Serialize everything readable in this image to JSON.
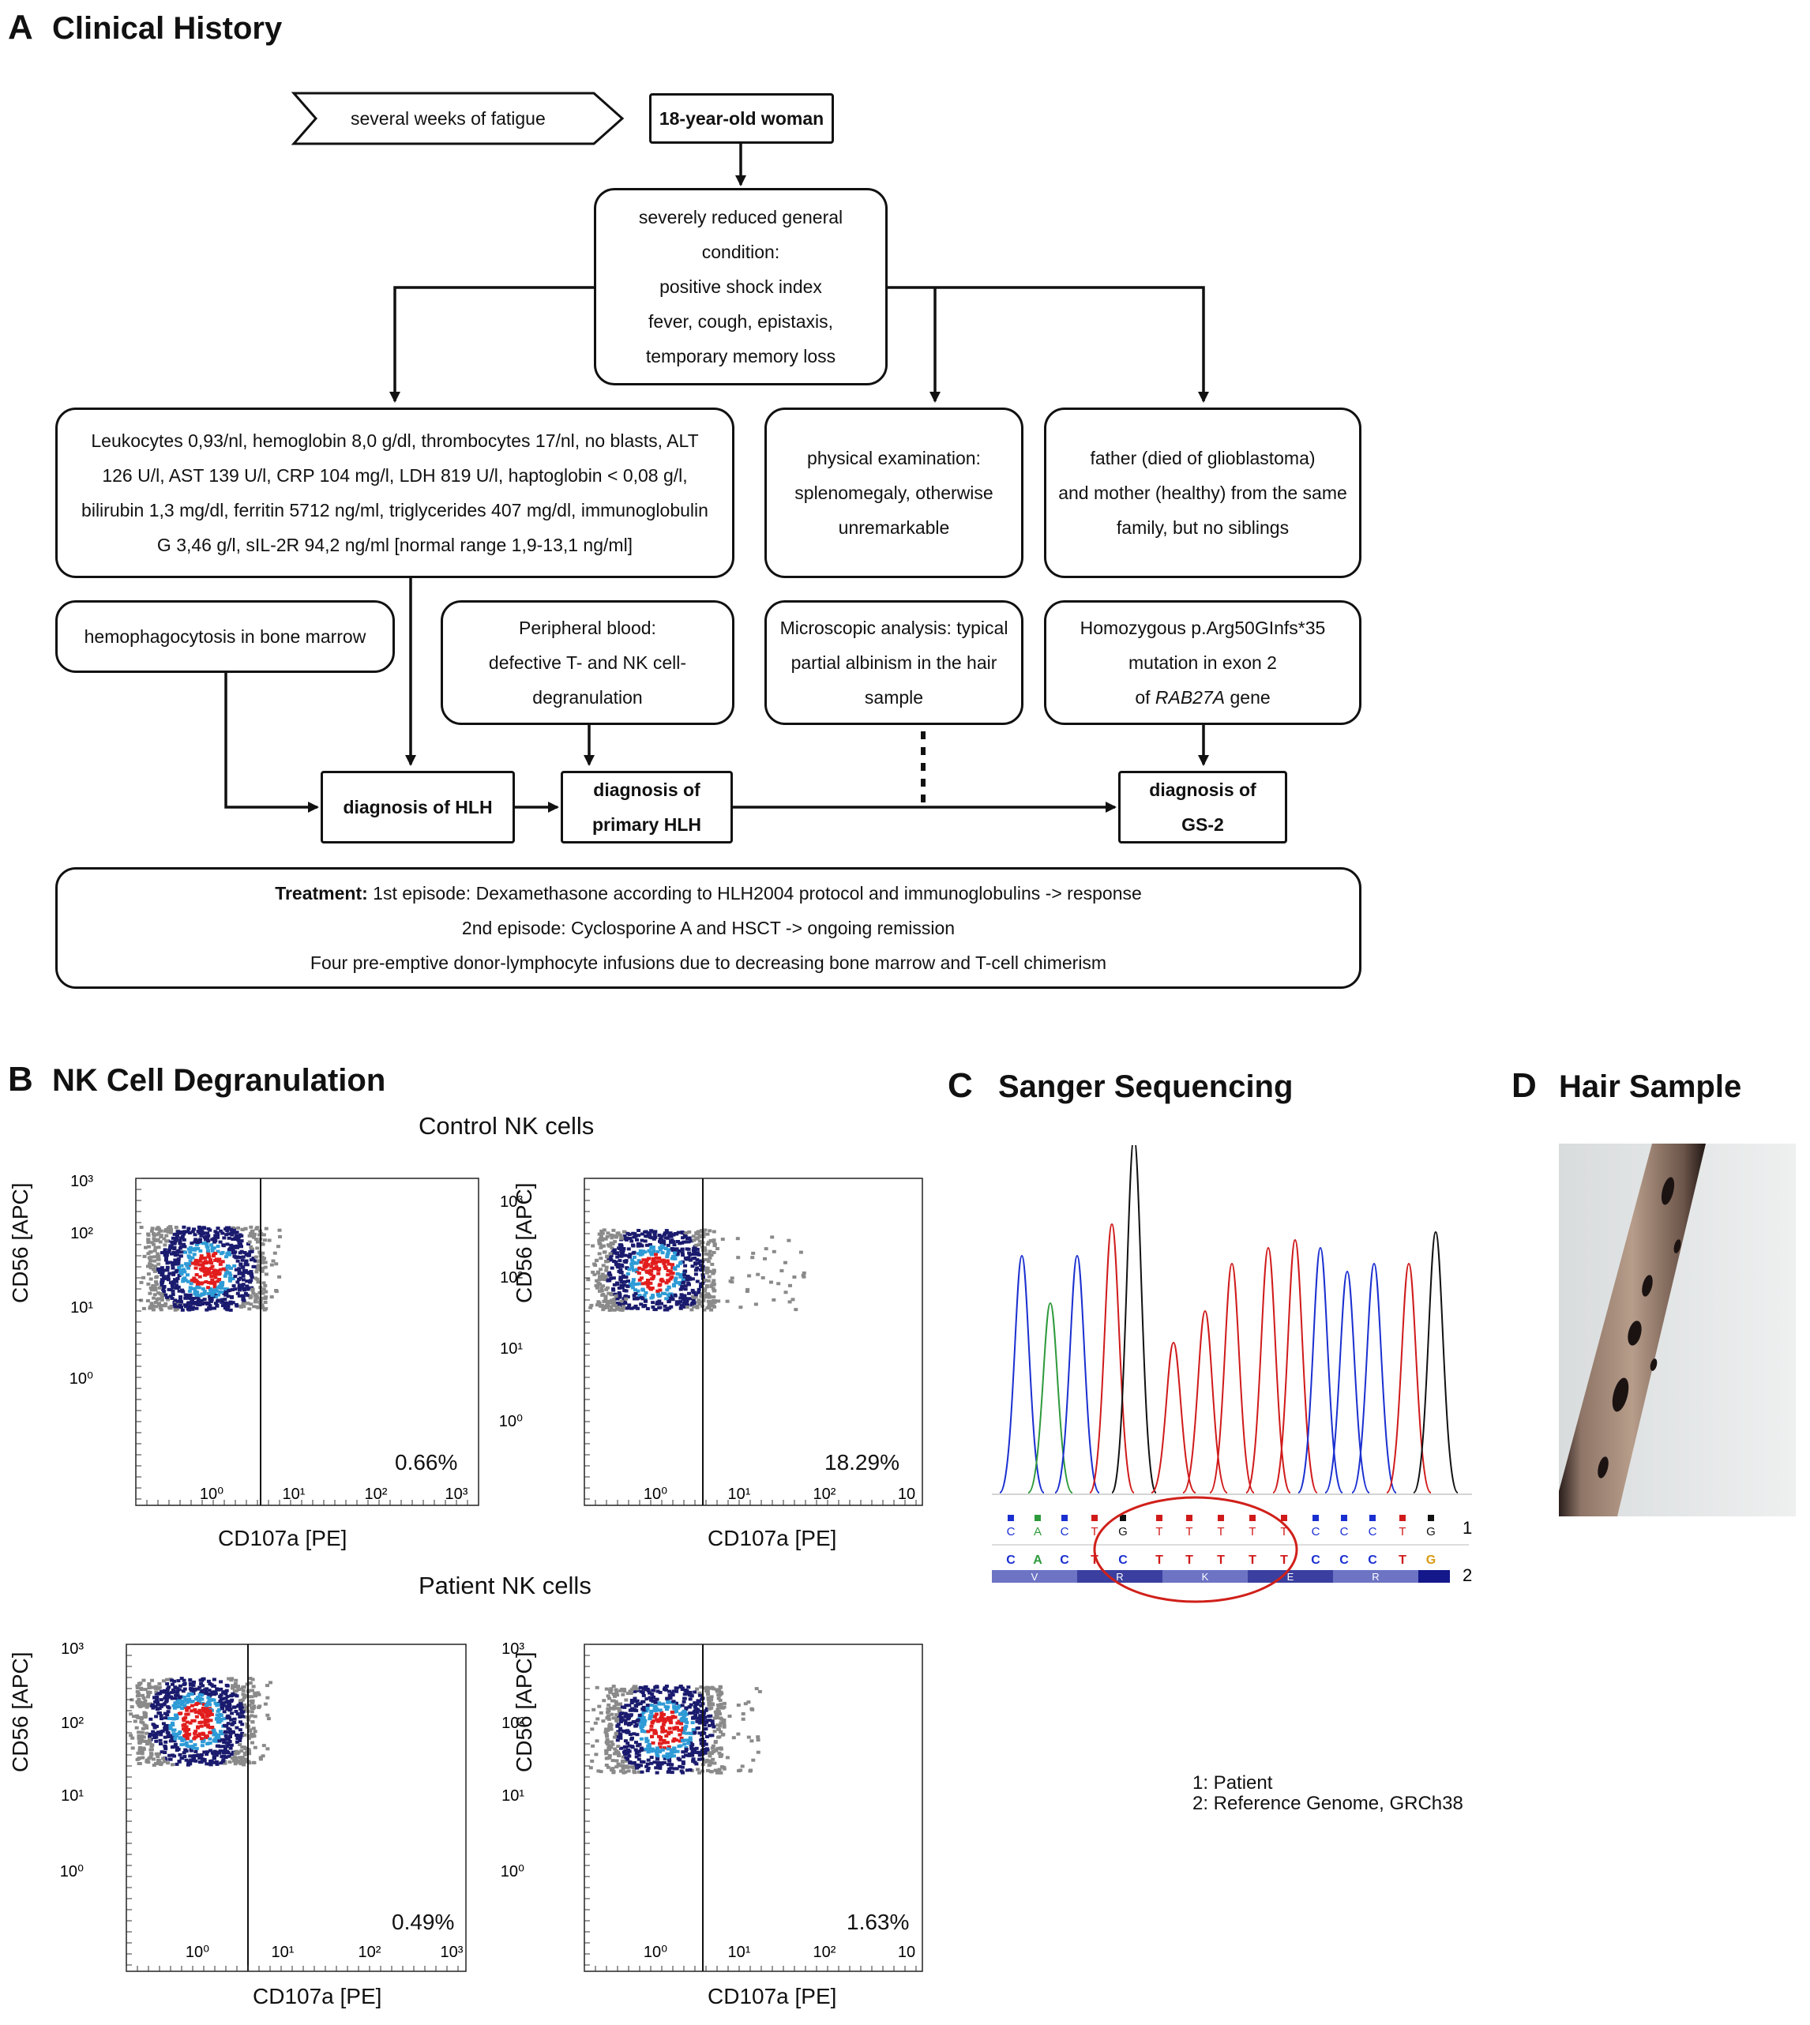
{
  "panelA": {
    "letter": "A",
    "title": "Clinical History",
    "chevron": "several weeks of fatigue",
    "patient": "18-year-old woman",
    "condition": [
      "severely reduced general",
      "condition:",
      "positive shock index",
      "fever, cough, epistaxis,",
      "temporary memory loss"
    ],
    "labs": [
      "Leukocytes 0,93/nl, hemoglobin 8,0 g/dl, thrombocytes 17/nl, no blasts, ALT",
      "126 U/l, AST 139 U/l, CRP 104 mg/l, LDH 819 U/l, haptoglobin < 0,08 g/l,",
      "bilirubin 1,3 mg/dl, ferritin 5712 ng/ml, triglycerides 407 mg/dl, immunoglobulin",
      "G 3,46 g/l, sIL-2R 94,2 ng/ml [normal range 1,9-13,1 ng/ml]"
    ],
    "exam": [
      "physical examination:",
      "splenomegaly, otherwise",
      "unremarkable"
    ],
    "family": [
      "father (died of glioblastoma)",
      "and mother (healthy) from the same",
      "family, but no siblings"
    ],
    "bone_marrow": "hemophagocytosis in bone marrow",
    "peripheral": [
      "Peripheral blood:",
      "defective T- and NK cell-",
      "degranulation"
    ],
    "microscopic": [
      "Microscopic analysis: typical",
      "partial albinism in the hair",
      "sample"
    ],
    "mutation_line1": "Homozygous p.Arg50GInfs*35",
    "mutation_line2": "mutation in exon 2",
    "mutation_line3_pre": "of ",
    "mutation_gene": "RAB27A",
    "mutation_line3_post": " gene",
    "dx_hlh": "diagnosis of HLH",
    "dx_primary": [
      "diagnosis of",
      "primary HLH"
    ],
    "dx_gs2": [
      "diagnosis of",
      "GS-2"
    ],
    "treatment_label": "Treatment:",
    "treatment_line1": " 1st episode: Dexamethasone according to HLH2004 protocol and immunoglobulins -> response",
    "treatment_line2": "2nd episode: Cyclosporine A and HSCT -> ongoing remission",
    "treatment_line3": "Four pre-emptive donor-lymphocyte infusions due to decreasing bone marrow and T-cell chimerism"
  },
  "panelB": {
    "letter": "B",
    "title": "NK Cell Degranulation",
    "control_title": "Control NK cells",
    "patient_title": "Patient NK cells",
    "xlabel": "CD107a [PE]",
    "ylabel": "CD56 [APC]",
    "plots": [
      {
        "pct": "0.66%"
      },
      {
        "pct": "18.29%"
      },
      {
        "pct": "0.49%"
      },
      {
        "pct": "1.63%"
      }
    ]
  },
  "panelC": {
    "letter": "C",
    "title": "Sanger Sequencing",
    "row1_label": "1",
    "row2_label": "2",
    "patient_bases": [
      "C",
      "A",
      "C",
      "T",
      "G",
      "T",
      "T",
      "T",
      "T",
      "T",
      "C",
      "C",
      "C",
      "T",
      "G"
    ],
    "reference_bases": [
      "C",
      "A",
      "C",
      "T",
      "C",
      "T",
      "T",
      "T",
      "T",
      "T",
      "C",
      "C",
      "C",
      "T",
      "G"
    ],
    "amino_acids": [
      "V",
      "R",
      "K",
      "E",
      "R"
    ],
    "legend1": "1: Patient",
    "legend2": "2: Reference Genome, GRCh38"
  },
  "panelD": {
    "letter": "D",
    "title": "Hair Sample"
  },
  "colors": {
    "A": "#2e9a3c",
    "C": "#1a2fd0",
    "G": "#111111",
    "T": "#d01a1a",
    "dot_outer": "#8a8a8a",
    "dot_mid": "#1a1a6e",
    "dot_core": "#e21d1d",
    "dot_light": "#2e9bd6"
  }
}
